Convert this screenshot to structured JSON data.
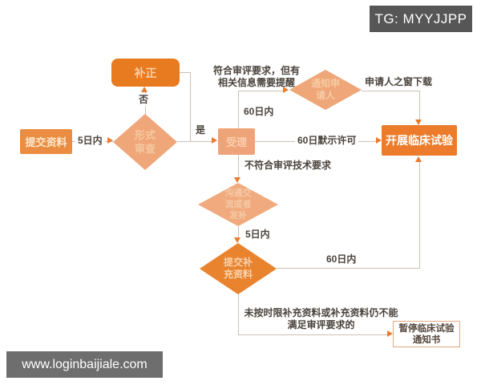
{
  "badges": {
    "tg": "TG: MYYJJPP",
    "watermark": "www.loginbaijiale.com"
  },
  "colors": {
    "strong_orange": "#E87A1F",
    "medium_orange": "#EA8D42",
    "light_orange": "#EFA678",
    "conduct_orange": "#EC7C2B",
    "line": "#CBC0B6",
    "arrow": "#E87C2C",
    "label_text": "#4A433C",
    "tg_badge_bg": "#565656",
    "watermark_bg": "#6E6E6E"
  },
  "nodes": {
    "submit": {
      "label": "提交资料"
    },
    "correction": {
      "label": "补正"
    },
    "form_review": {
      "label": "形式\n审查"
    },
    "accept": {
      "label": "受理"
    },
    "notify_applicant": {
      "label": "通知申\n请人"
    },
    "conduct_trial": {
      "label": "开展临床试验"
    },
    "communicate": {
      "label": "沟通交\n流或者\n发补"
    },
    "supplement": {
      "label": "提交补\n充资料"
    },
    "suspend_notice": {
      "label": "暂停临床试验\n通知书"
    }
  },
  "edge_labels": {
    "within_5_days_1": "5日内",
    "no": "否",
    "yes": "是",
    "within_60_days_1": "60日内",
    "meets_with_reminder": "符合审评要求，但有\n相关信息需要提醒",
    "applicant_window_download": "申请人之窗下载",
    "tacit_permission_60_days": "60日默示许可",
    "not_meet_tech_requirements": "不符合审评技术要求",
    "within_5_days_2": "5日内",
    "within_60_days_2": "60日内",
    "overdue_or_insufficient": "未按时限补充资料或补充资料仍不能\n满足审评要求的"
  }
}
